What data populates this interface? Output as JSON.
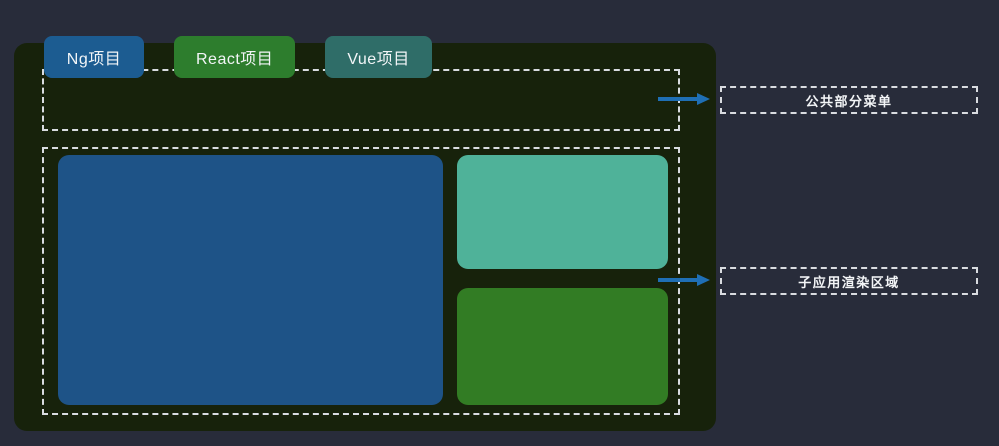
{
  "page": {
    "background_color": "#282c3a",
    "shell_color": "#17220b"
  },
  "menu_region": {
    "name": "common-menu-region",
    "buttons": [
      {
        "label": "Ng项目",
        "color": "#1c5c91",
        "key": "ng"
      },
      {
        "label": "React项目",
        "color": "#2d7d2d",
        "key": "react"
      },
      {
        "label": "Vue项目",
        "color": "#2f6d68",
        "key": "vue"
      }
    ]
  },
  "render_region": {
    "name": "sub-app-render-region",
    "blocks": [
      {
        "key": "main",
        "color": "#1e5387"
      },
      {
        "key": "mint",
        "color": "#4fb299"
      },
      {
        "key": "green",
        "color": "#327c24"
      }
    ]
  },
  "annotations": [
    {
      "id": "common-menu",
      "label": "公共部分菜单",
      "arrow_color": "#1f6fb5"
    },
    {
      "id": "sub-app-render-area",
      "label": "子应用渲染区域",
      "arrow_color": "#1f6fb5"
    }
  ]
}
